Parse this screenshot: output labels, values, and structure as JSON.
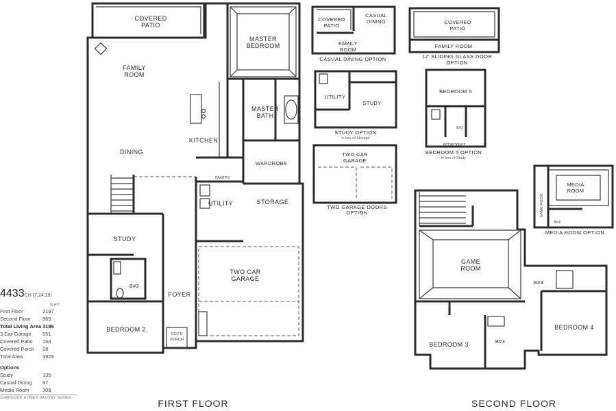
{
  "plan": {
    "number": "4433",
    "code": "CH (7.24.18)",
    "sqft_header": "S.FT.",
    "areas": [
      {
        "label": "First Floor",
        "value": "2197"
      },
      {
        "label": "Second Floor",
        "value": "989"
      },
      {
        "label": "Total Living Area",
        "value": "3186",
        "bold": true
      },
      {
        "label": "3 Car Garage",
        "value": "551"
      },
      {
        "label": "Covered Patio",
        "value": "164"
      },
      {
        "label": "Covered Porch",
        "value": "28"
      },
      {
        "label": "Total Area",
        "value": "3929"
      }
    ],
    "options_label": "Options",
    "options": [
      {
        "label": "Study",
        "value": "135"
      },
      {
        "label": "Casual Dining",
        "value": "87"
      },
      {
        "label": "Media Room",
        "value": "308"
      }
    ],
    "series": "SHADDOCK HOMES SAXONY SERIES"
  },
  "floors": {
    "first": "FIRST FLOOR",
    "second": "SECOND FLOOR"
  },
  "rooms": {
    "covered_patio_l1": "COVERED",
    "covered_patio_l2": "PATIO",
    "family_l1": "FAMILY",
    "family_l2": "ROOM",
    "master_l1": "MASTER",
    "master_l2": "BEDROOM",
    "master_bath_l1": "MASTER",
    "master_bath_l2": "BATH",
    "kitchen": "KITCHEN",
    "dining": "DINING",
    "wardrobe": "WARDROBE",
    "pantry": "PANTRY",
    "utility": "UTILITY",
    "storage": "STORAGE",
    "study": "STUDY",
    "b2": "B#2",
    "foyer": "FOYER",
    "garage_l1": "TWO CAR",
    "garage_l2": "GARAGE",
    "bedroom2": "BEDROOM 2",
    "porch_l1": "COV'D",
    "porch_l2": "PORCH",
    "game_l1": "GAME",
    "game_l2": "ROOM",
    "b4": "B#4",
    "bedroom4": "BEDROOM 4",
    "b3": "B#3",
    "bedroom3": "BEDROOM 3"
  },
  "options_plans": {
    "casual": {
      "patio_l1": "COVERED",
      "patio_l2": "PATIO",
      "dining_l1": "CASUAL",
      "dining_l2": "DINING",
      "family_l1": "FAMILY",
      "family_l2": "ROOM",
      "caption": "CASUAL DINING OPTION"
    },
    "sliding": {
      "patio_l1": "COVERED",
      "patio_l2": "PATIO",
      "family": "FAMILY ROOM",
      "caption_l1": "12' SLIDING GLASS DOOR",
      "caption_l2": "OPTION"
    },
    "study": {
      "utility": "UTILITY",
      "study": "STUDY",
      "caption": "STUDY OPTION",
      "sub": "in lieu of Storage"
    },
    "bedroom5": {
      "room": "BEDROOM 5",
      "b2": "B#2",
      "bed2": "BEDROOM 2",
      "caption": "BEDROOM 5 OPTION",
      "sub": "in lieu of Study"
    },
    "garage": {
      "l1": "TWO CAR",
      "l2": "GARAGE",
      "caption_l1": "TWO GARAGE DOORS",
      "caption_l2": "OPTION"
    },
    "media": {
      "l1": "MEDIA",
      "l2": "ROOM",
      "game": "GAME ROOM",
      "b4": "B#4",
      "caption": "MEDIA ROOM OPTION"
    }
  }
}
